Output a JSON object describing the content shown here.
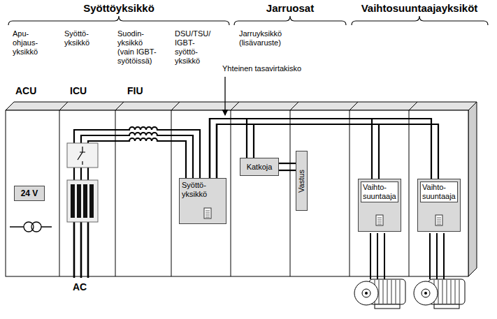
{
  "diagram": {
    "nodes": [
      {
        "text": [
          "24 V"
        ]
      },
      {
        "text": [
          "Syöttö- yksikkö"
        ]
      },
      {
        "text": [
          "Katkoja"
        ]
      },
      {
        "text": [
          "Vastus"
        ]
      },
      {
        "text": [
          "Vaihto- suuntaaja"
        ]
      },
      {
        "text": [
          "Vaihto- suuntaaja"
        ]
      }
    ],
    "edges": [
      {
        "from": 1,
        "to": 2,
        "arrow": "none"
      },
      {
        "from": 1,
        "to": 4,
        "arrow": "none"
      },
      {
        "from": 1,
        "to": 5,
        "arrow": "none"
      },
      {
        "from": 2,
        "to": 3,
        "arrow": "none"
      }
    ],
    "labels": [
      "Syöttöyksikkö",
      "Jarruosat",
      "Vaihtosuuntaajayksiköt",
      "Apu- ohjaus- yksikkö",
      "Syöttö- yksikkö",
      "Suodin- yksikkö (vain IGBT- syötöissä)",
      "DSU/TSU/ IGBT- syöttö- yksikkö",
      "Jarruyksikkö (lisävaruste)",
      "Yhteinen tasavirtakisko",
      "ACU",
      "ICU",
      "FIU",
      "AC"
    ]
  }
}
